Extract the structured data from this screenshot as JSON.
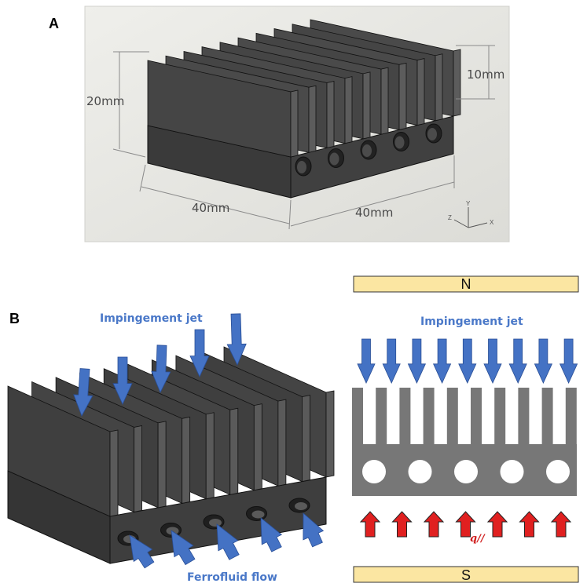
{
  "panels": {
    "a_label": "A",
    "b_label": "B"
  },
  "panel_a": {
    "dim_height": "20mm",
    "dim_fin": "10mm",
    "dim_width_left": "40mm",
    "dim_width_right": "40mm",
    "axis_y": "Y",
    "axis_x": "X",
    "axis_z": "Z"
  },
  "panel_b": {
    "jet_left": "Impingement jet",
    "jet_right": "Impingement jet",
    "flow": "Ferrofluid flow",
    "magnet_top": "N",
    "magnet_bottom": "S",
    "heat_flux": "q//"
  },
  "colors": {
    "solid_dark": "#3d3d3d",
    "solid_light": "#5a5a5a",
    "section_gray": "#777777",
    "jet_arrow": "#4472c4",
    "heat_arrow": "#e02020",
    "magnet_fill": "#fbe6a2",
    "panel_a_bg": "#e6e6e2"
  }
}
